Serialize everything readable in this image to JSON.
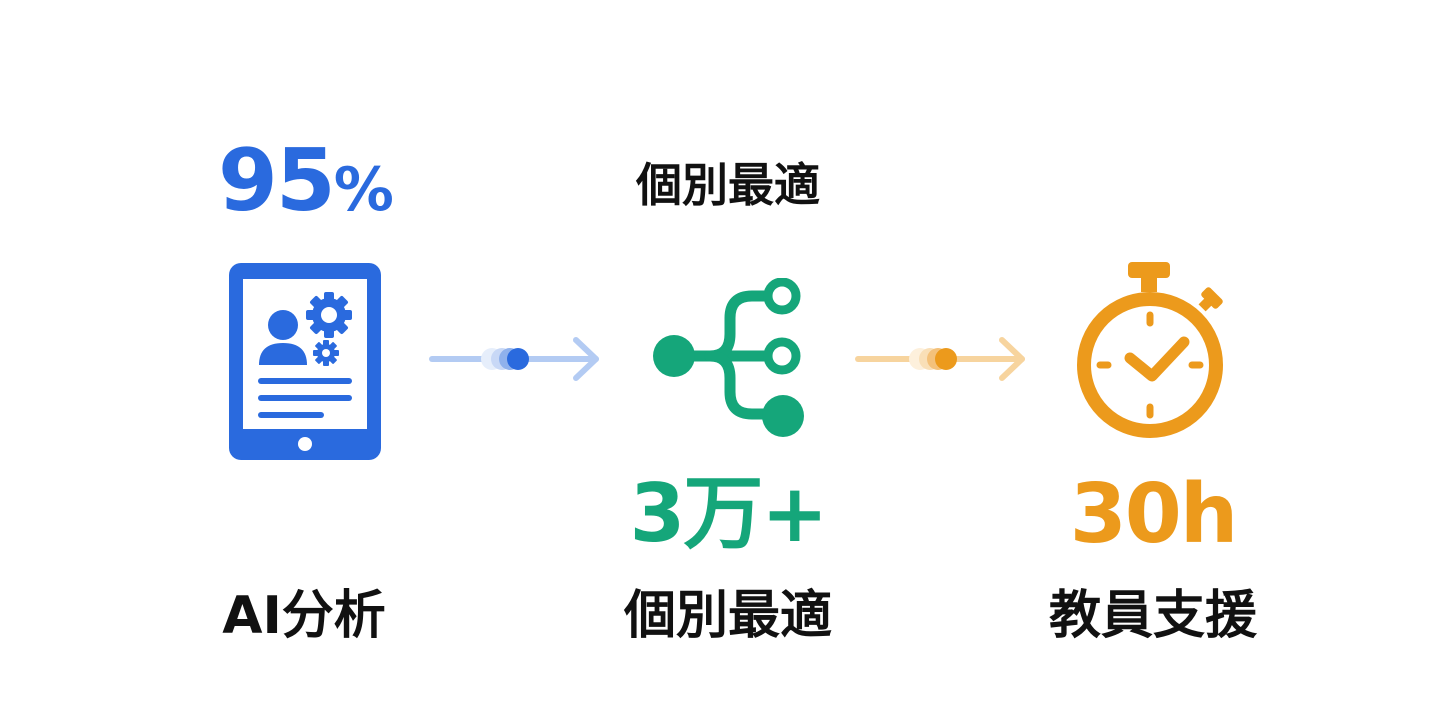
{
  "colors": {
    "blue": "#2a6ade",
    "blue_light": "#b3cbf3",
    "green": "#15a67a",
    "orange": "#ec9a1c",
    "orange_light": "#f7d49e",
    "text": "#111111",
    "background": "#ffffff"
  },
  "steps": [
    {
      "stat": "95",
      "stat_unit": "%",
      "icon": "tablet-user-settings-icon",
      "label": "AI分析"
    },
    {
      "top_label": "個別最適",
      "icon": "branching-network-icon",
      "stat": "3万+",
      "label": "個別最適"
    },
    {
      "icon": "stopwatch-icon",
      "stat": "30h",
      "label": "教員支援"
    }
  ],
  "connectors": [
    {
      "icon": "arrow-right-motion-icon",
      "color": "blue"
    },
    {
      "icon": "arrow-right-motion-icon",
      "color": "orange"
    }
  ]
}
